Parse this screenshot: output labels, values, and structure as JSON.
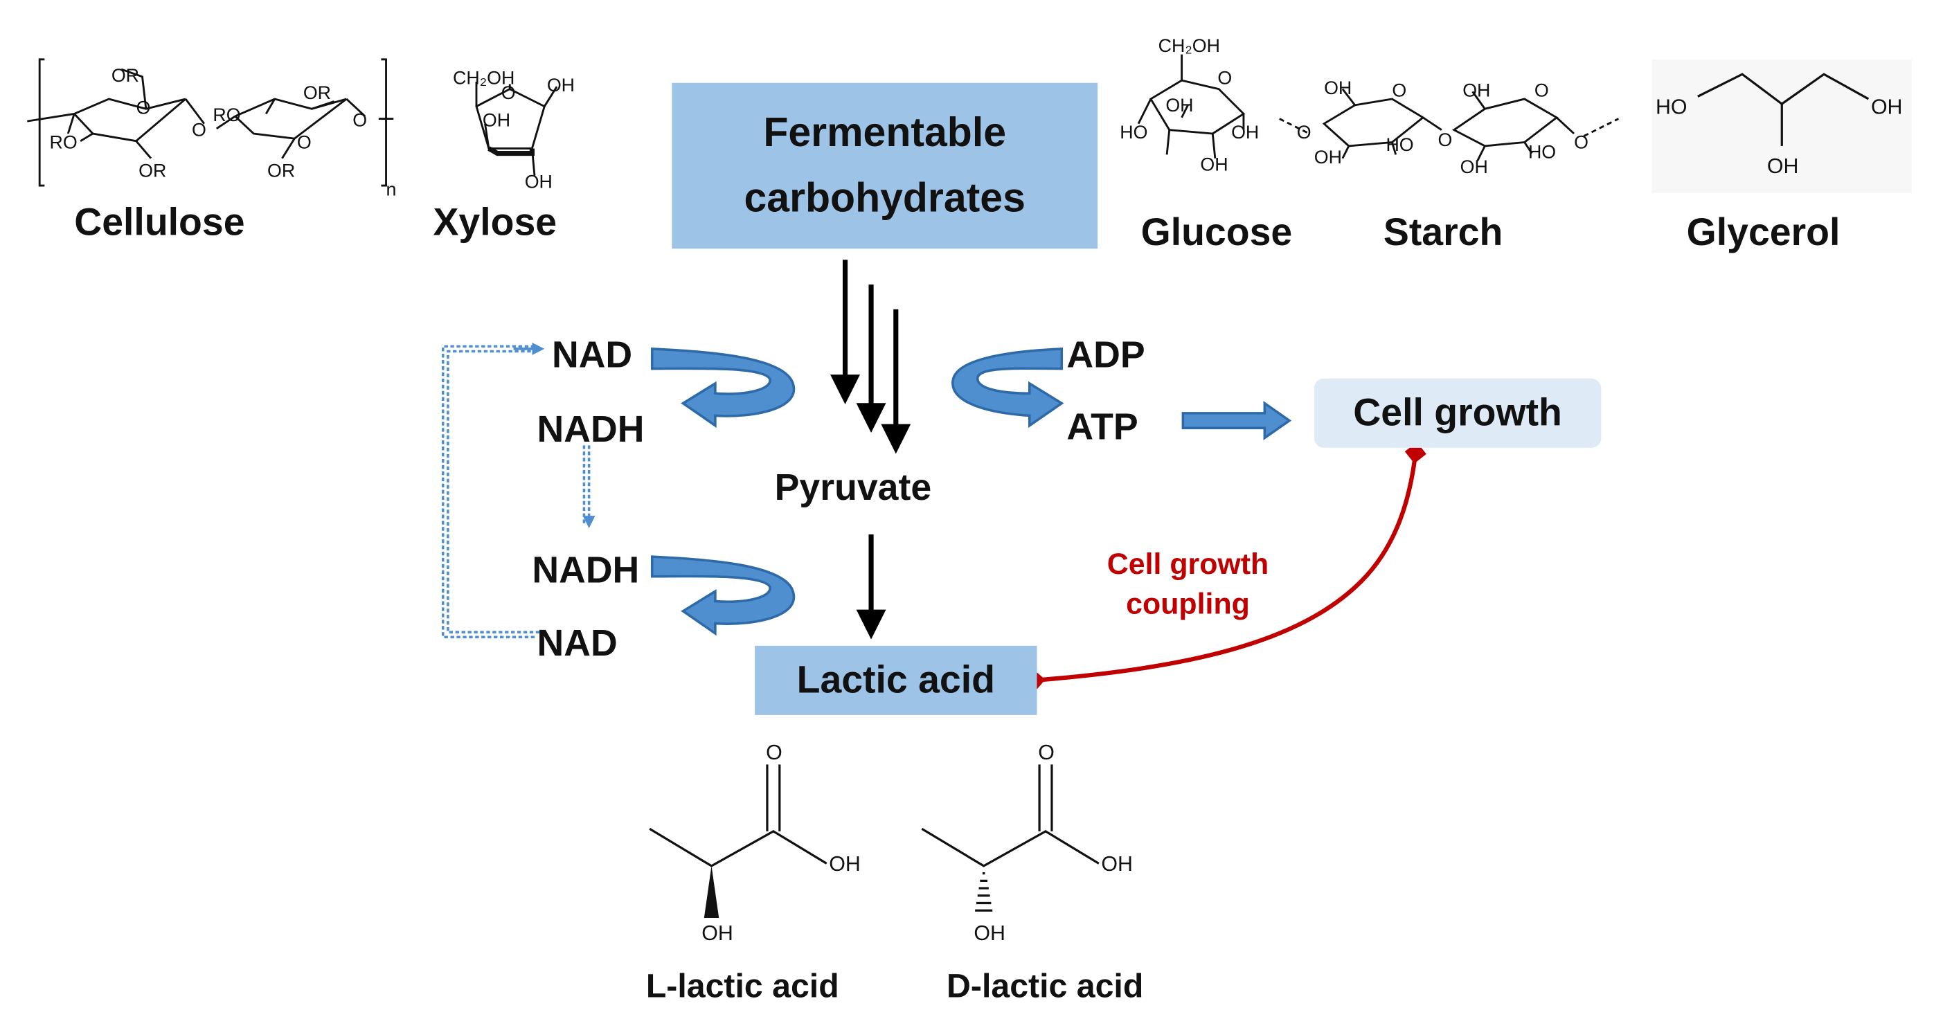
{
  "source": "Fermentable carbohydrates",
  "substrates": {
    "cellulose": "Cellulose",
    "xylose": "Xylose",
    "glucose": "Glucose",
    "starch": "Starch",
    "glycerol": "Glycerol"
  },
  "cofactors": {
    "nad_top": "NAD",
    "nadh_top": "NADH",
    "nadh_bottom": "NADH",
    "nad_bottom": "NAD",
    "adp": "ADP",
    "atp": "ATP"
  },
  "intermediate": "Pyruvate",
  "product": "Lactic acid",
  "cell_growth": "Cell growth",
  "coupling": {
    "line1": "Cell growth",
    "line2": "coupling"
  },
  "isomers": {
    "l": "L-lactic acid",
    "d": "D-lactic acid"
  },
  "atoms": {
    "or": "OR",
    "ro": "RO",
    "oh": "OH",
    "ho": "HO",
    "o": "O",
    "ch2oh": "CH₂OH",
    "n": "n"
  },
  "colors": {
    "box_fill": "#9dc3e6",
    "box_light": "#deebf7",
    "arrow_blue": "#4f8fcf",
    "arrow_blue_dark": "#2e6aa8",
    "coupling_red": "#c00000"
  }
}
